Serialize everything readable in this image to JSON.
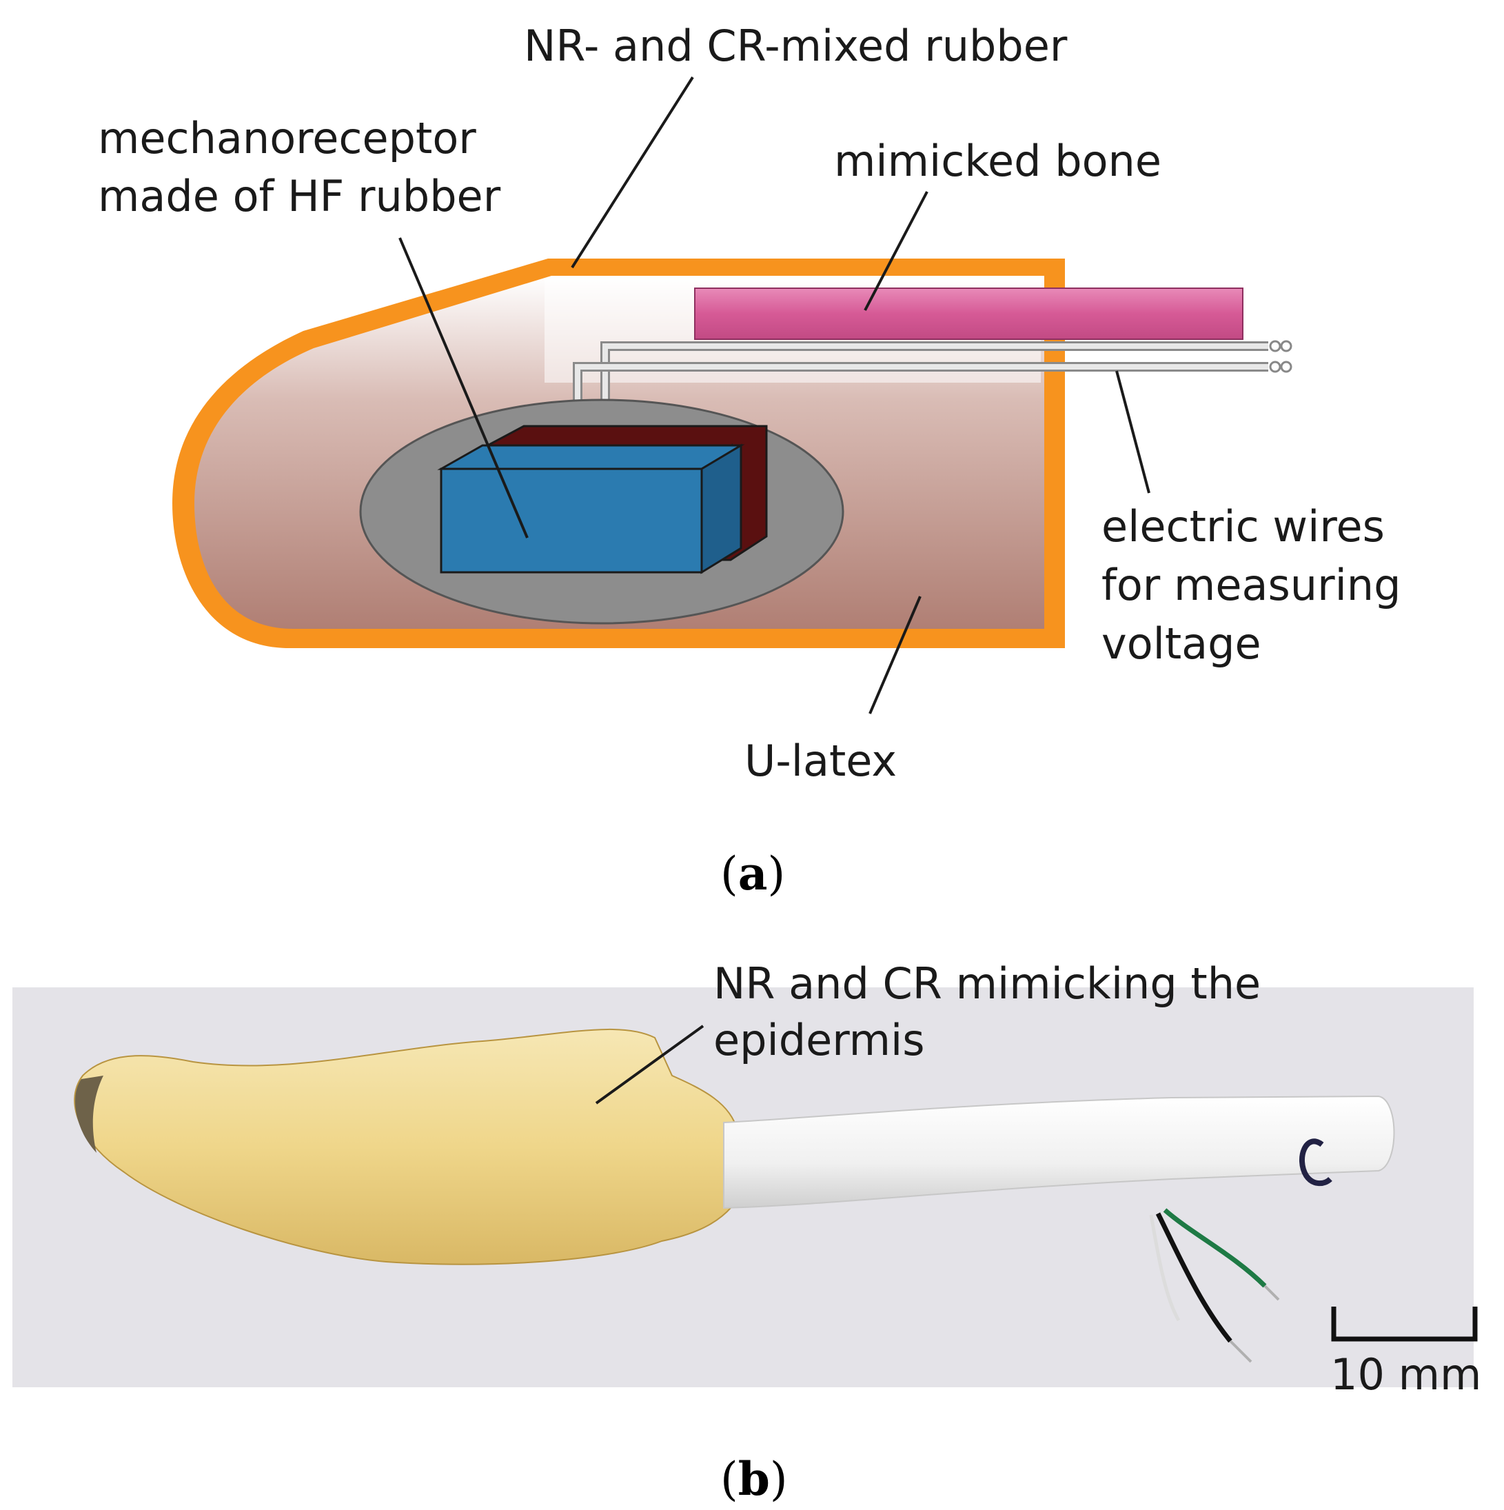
{
  "panel_a": {
    "caption_open": "(",
    "caption_letter": "a",
    "caption_close": ")",
    "labels": {
      "outer_rubber": "NR- and CR-mixed rubber",
      "mechanoreceptor_line1": "mechanoreceptor",
      "mechanoreceptor_line2": "made of HF rubber",
      "bone": "mimicked bone",
      "wires_line1": "electric wires",
      "wires_line2": "for measuring",
      "wires_line3": "voltage",
      "filler": "U-latex"
    },
    "colors": {
      "outer_skin": "#f7931e",
      "latex": "#b98a80",
      "bone": "#d65a96",
      "sensor_region": "#8d8d8d",
      "mechanoreceptor": "#2b7bb0",
      "electrode_dark": "#5a1010",
      "electrode_light": "#e7b64a"
    }
  },
  "panel_b": {
    "caption_open": "(",
    "caption_letter": "b",
    "caption_close": ")",
    "labels": {
      "epidermis_line1": "NR and CR mimicking the",
      "epidermis_line2": "epidermis"
    },
    "scale_bar": "10 mm",
    "colors": {
      "background": "#e4e3e8",
      "finger": "#efd98c",
      "rod": "#f3f3f3",
      "wire_green": "#1e7a45",
      "wire_black": "#111111"
    }
  }
}
